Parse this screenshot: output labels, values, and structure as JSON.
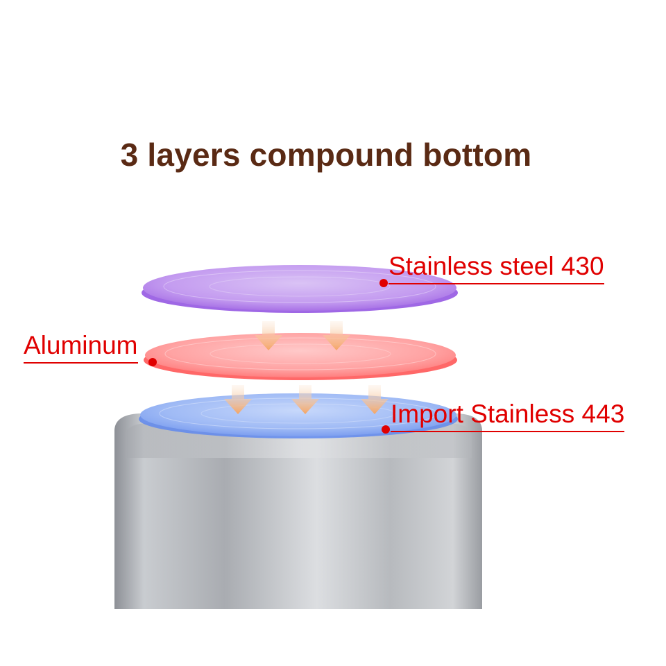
{
  "title": "3 layers compound bottom",
  "layers": [
    {
      "label": "Stainless steel 430",
      "color": "#9b5be0"
    },
    {
      "label": "Aluminum",
      "color": "#ff6e6e"
    },
    {
      "label": "Import Stainless 443",
      "color": "#5f88ee"
    }
  ],
  "accent_color": "#e00000",
  "title_color": "#5a2a14",
  "icons": [
    "down-arrow-icon"
  ]
}
